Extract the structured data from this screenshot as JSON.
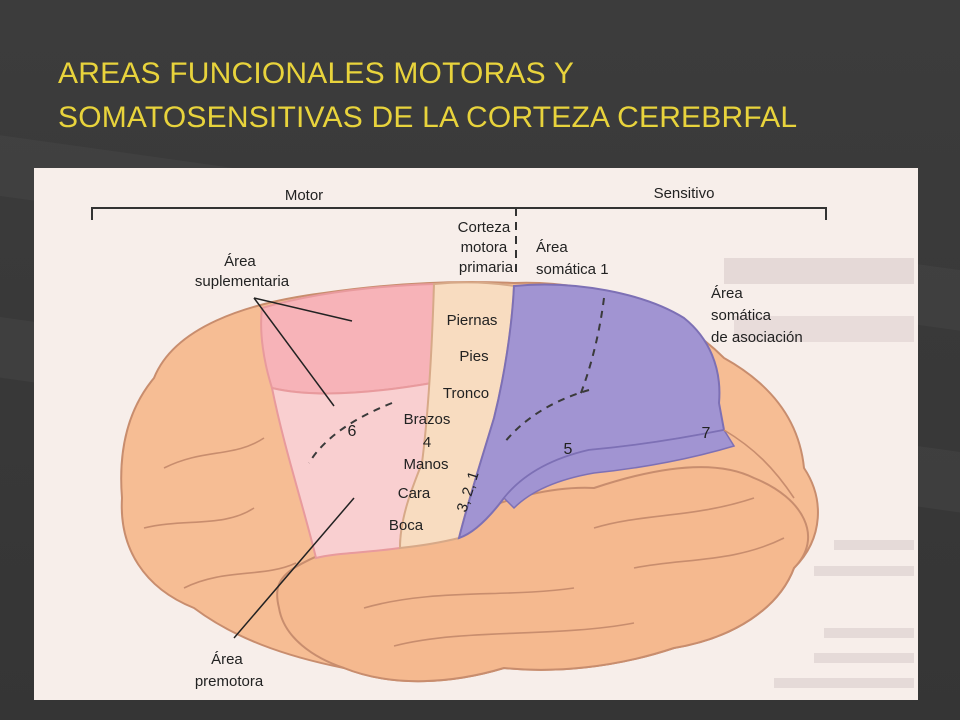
{
  "slide": {
    "title_line1": "AREAS FUNCIONALES  MOTORAS Y",
    "title_line2": "SOMATOSENSITIVAS  DE LA CORTEZA CEREBRFAL",
    "title_color": "#e8d33c",
    "background_color": "#3a3a3a"
  },
  "diagram": {
    "header_motor": "Motor",
    "header_sensitivo": "Sensitivo",
    "primary_motor_1": "Corteza",
    "primary_motor_2": "motora",
    "primary_motor_3": "primaria",
    "somatic1_1": "Área",
    "somatic1_2": "somática 1",
    "supplementary_1": "Área",
    "supplementary_2": "suplementaria",
    "association_1": "Área",
    "association_2": "somática",
    "association_3": "de asociación",
    "premotor_1": "Área",
    "premotor_2": "premotora",
    "body_legs": "Piernas",
    "body_feet": "Pies",
    "body_trunk": "Tronco",
    "body_arms": "Brazos",
    "body_4": "4",
    "body_hands": "Manos",
    "body_face": "Cara",
    "body_mouth": "Boca",
    "area_6": "6",
    "area_5": "5",
    "area_7": "7",
    "area_321": "3, 2, 1",
    "colors": {
      "cortex": "#f6bd94",
      "motor_pink": "#f7b3b8",
      "premotor_light": "#f9cfd0",
      "primary_motor": "#f8dcc0",
      "sensory_violet": "#a194d2",
      "sulcus": "#c88d6e"
    }
  }
}
